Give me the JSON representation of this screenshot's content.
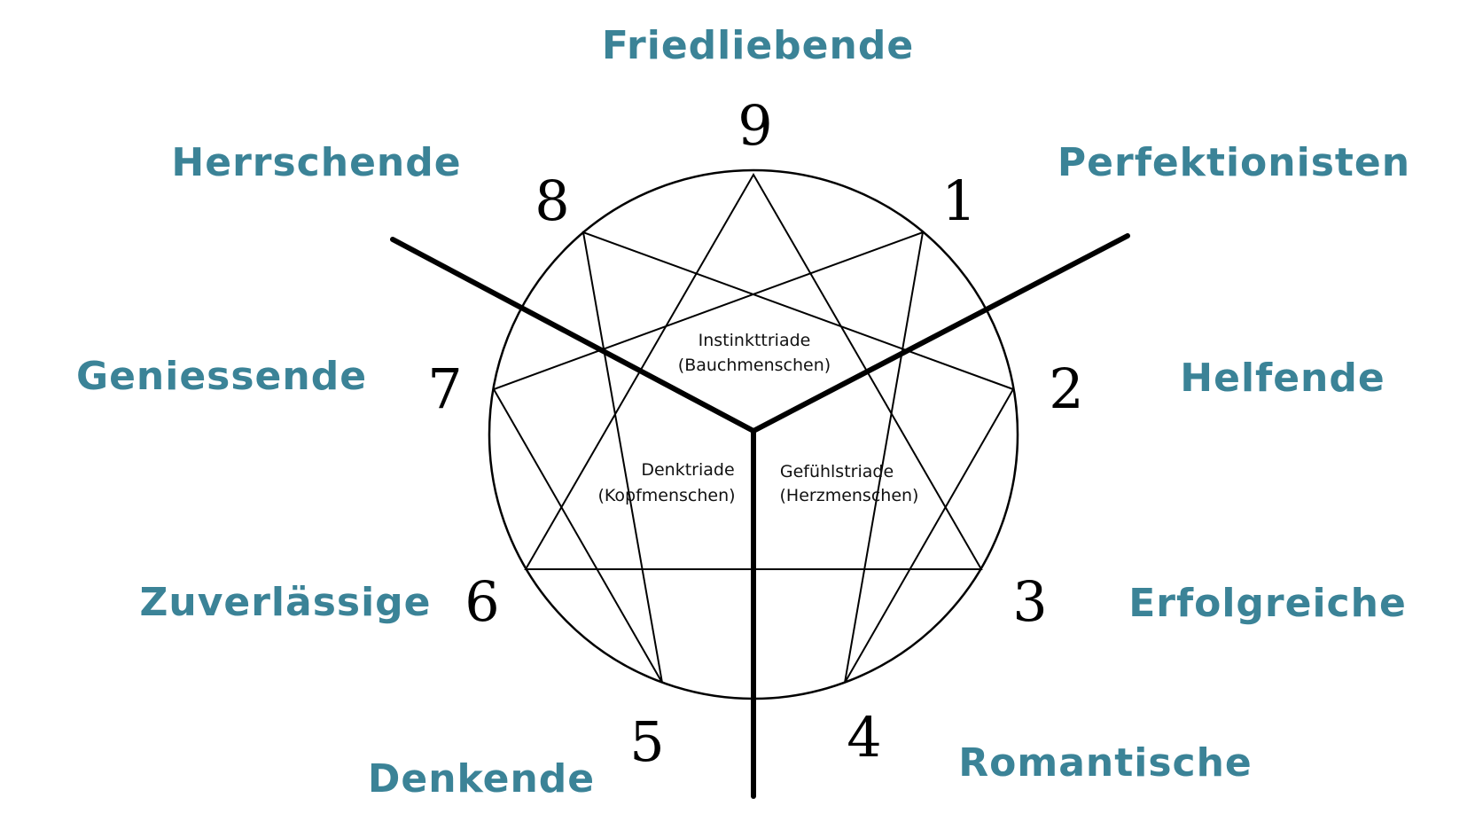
{
  "colors": {
    "type_label": "#3b8397",
    "lines": "#000000",
    "background": "#ffffff"
  },
  "points": [
    {
      "number": "9",
      "type_name": "Friedliebende"
    },
    {
      "number": "1",
      "type_name": "Perfektionisten"
    },
    {
      "number": "2",
      "type_name": "Helfende"
    },
    {
      "number": "3",
      "type_name": "Erfolgreiche"
    },
    {
      "number": "4",
      "type_name": "Romantische"
    },
    {
      "number": "5",
      "type_name": "Denkende"
    },
    {
      "number": "6",
      "type_name": "Zuverlässige"
    },
    {
      "number": "7",
      "type_name": "Geniessende"
    },
    {
      "number": "8",
      "type_name": "Herrschende"
    }
  ],
  "triads": {
    "instinct": {
      "name": "Instinkttriade",
      "sub": "(Bauchmenschen)"
    },
    "thinking": {
      "name": "Denktriade",
      "sub": "(Kopfmenschen)"
    },
    "feeling": {
      "name": "Gefühlstriade",
      "sub": "(Herzmenschen)"
    }
  }
}
